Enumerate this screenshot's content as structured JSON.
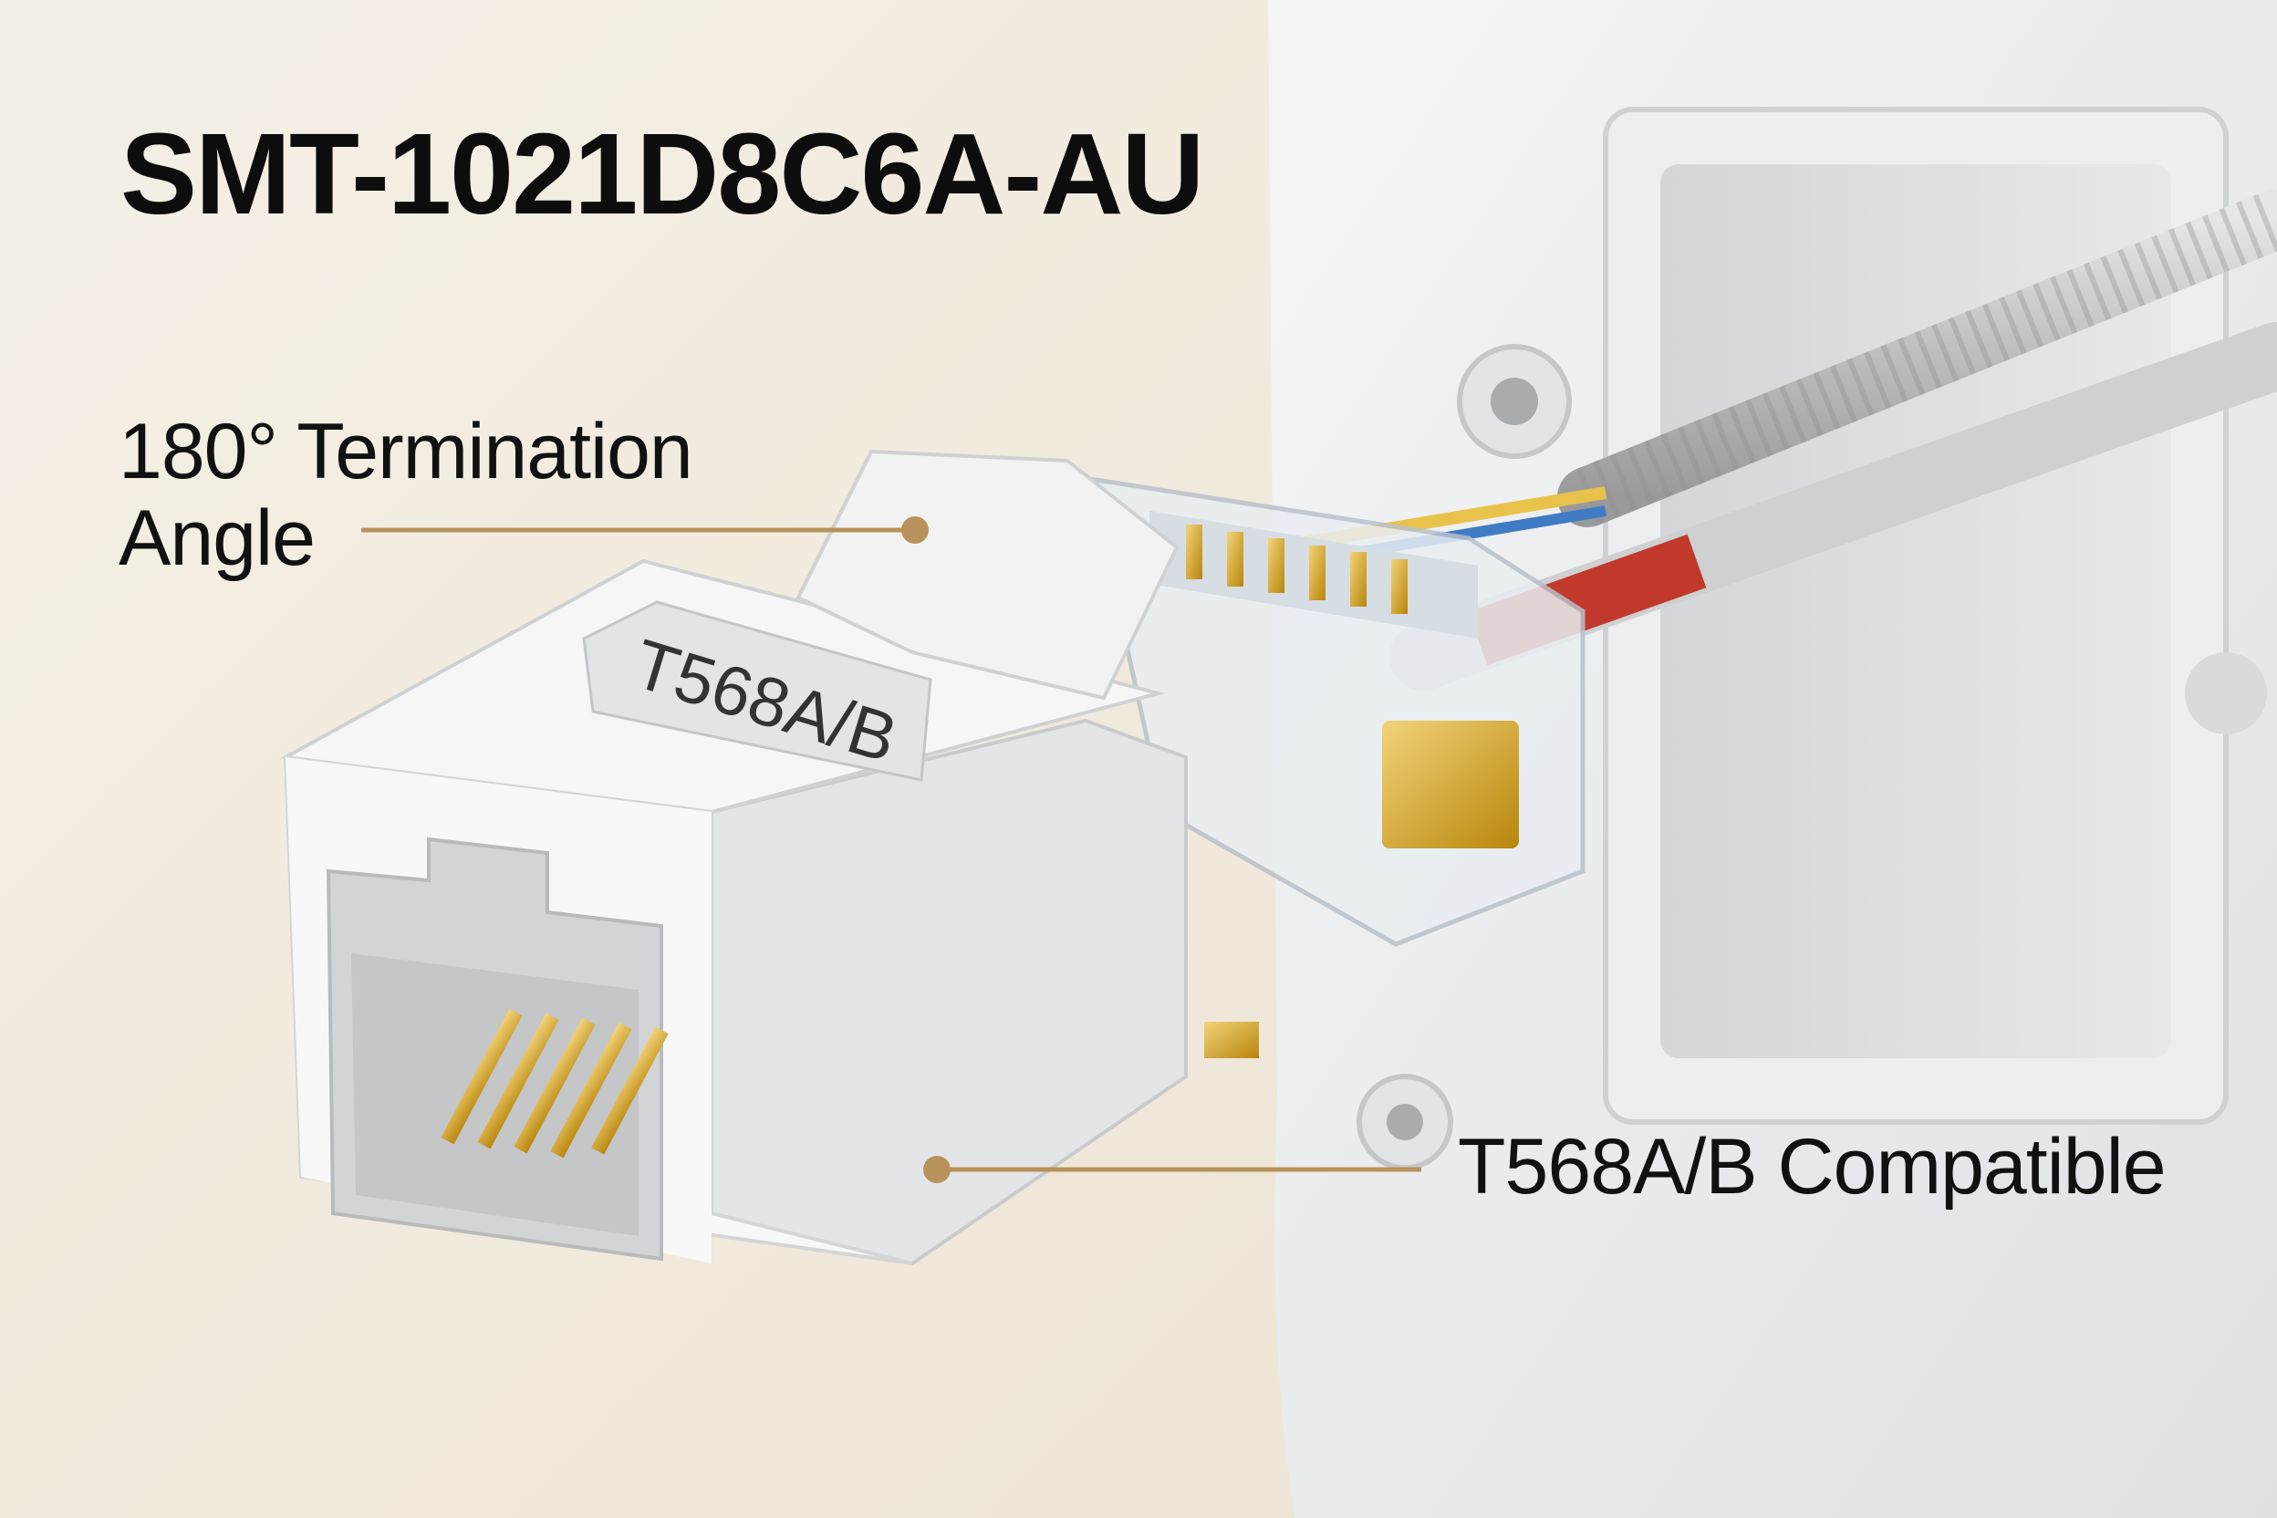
{
  "title": "SMT-1021D8C6A-AU",
  "callouts": [
    {
      "line1": "180° Termination",
      "line2": "Angle"
    },
    {
      "line1": "T568A/B Compatible"
    }
  ],
  "product_label": "T568A/B",
  "colors": {
    "background": "#f3ede1",
    "accent": "#b8925a",
    "text": "#111111"
  }
}
